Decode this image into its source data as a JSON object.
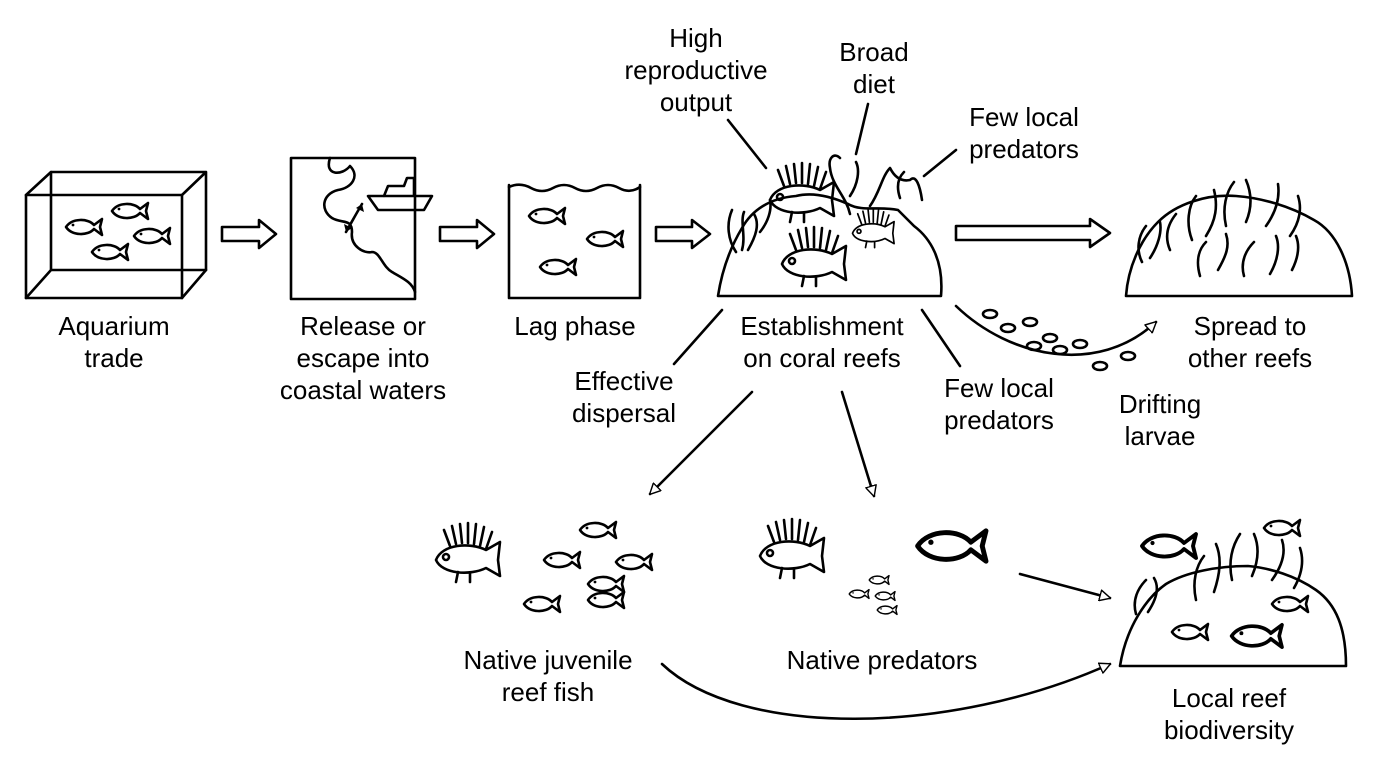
{
  "stages": {
    "aquarium": "Aquarium\ntrade",
    "release": "Release or\nescape into\ncoastal waters",
    "lag": "Lag phase",
    "establishment": "Establishment\non coral reefs",
    "spread": "Spread to\nother reefs"
  },
  "traits": {
    "reproductive": "High\nreproductive\noutput",
    "diet": "Broad\ndiet",
    "predators_top": "Few local\npredators",
    "dispersal": "Effective\ndispersal",
    "predators_bottom": "Few local\npredators",
    "larvae": "Drifting\nlarvae"
  },
  "impacts": {
    "juvenile": "Native juvenile\nreef fish",
    "native_predators": "Native predators",
    "biodiversity": "Local reef\nbiodiversity"
  }
}
